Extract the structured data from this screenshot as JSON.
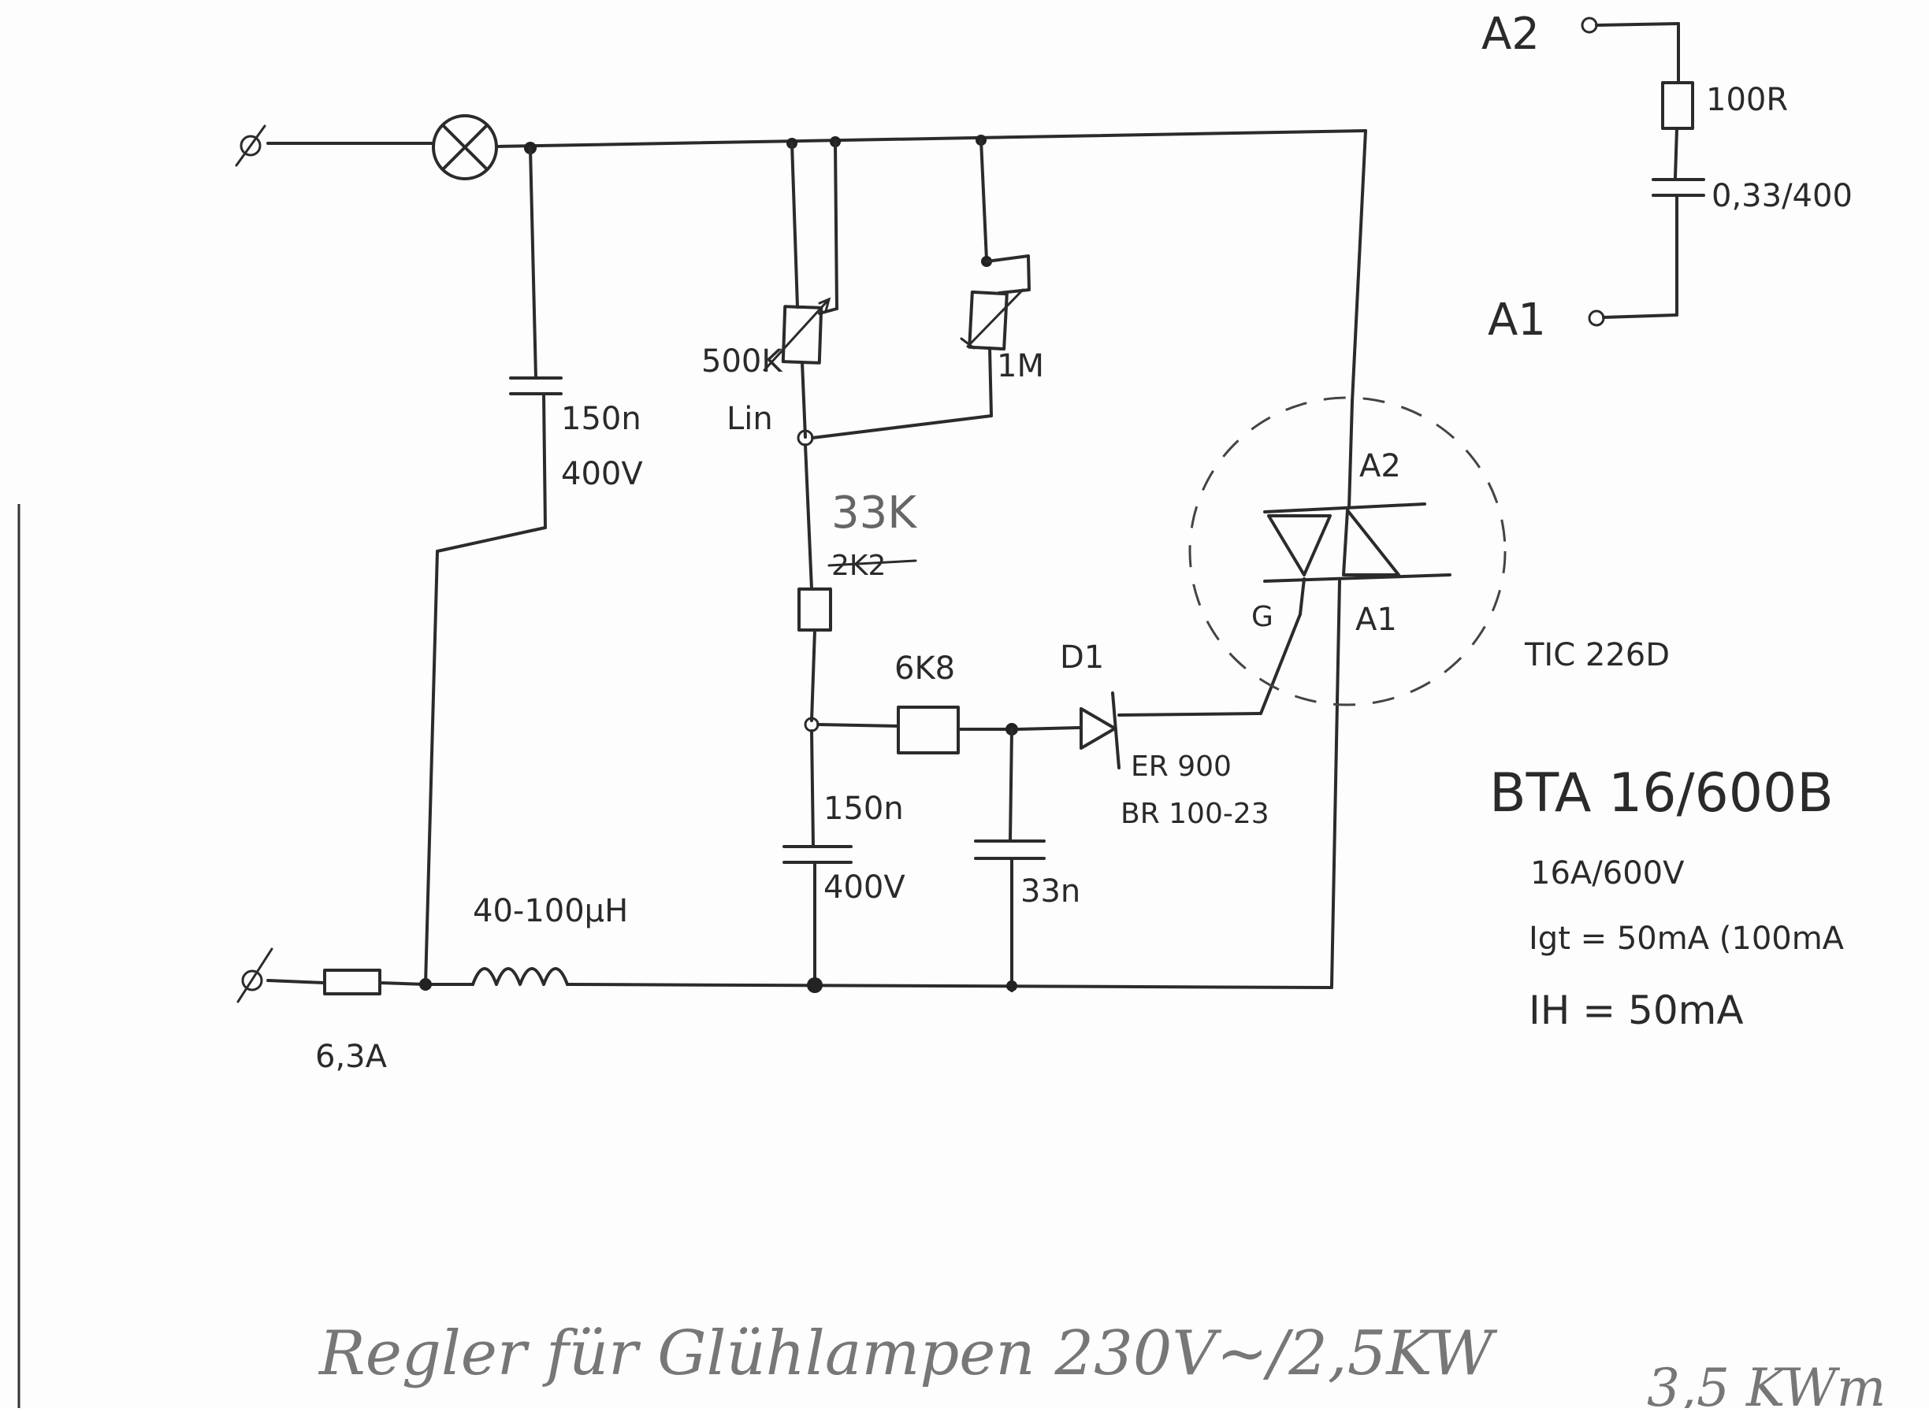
{
  "diagram": {
    "labels": {
      "a2_top": "A2",
      "a1_top": "A1",
      "r_snubber": "100R",
      "c_snubber": "0,33/400",
      "c_main_value": "150n",
      "c_main_voltage": "400V",
      "pot_500k": "500K",
      "pot_lin": "Lin",
      "pot_1m": "1M",
      "r_33k": "33K",
      "r_2k2_struck": "2K2",
      "triac_a2": "A2",
      "triac_a1": "A1",
      "triac_g": "G",
      "triac_part": "TIC 226D",
      "r_6k8": "6K8",
      "diode_name": "D1",
      "diode_part1": "ER 900",
      "diode_part2": "BR 100-23",
      "bta_part": "BTA 16/600B",
      "bta_rating": "16A/600V",
      "bta_igt": "Igt = 50mA (100mA",
      "bta_ih": "IH = 50mA",
      "c_timing_value": "150n",
      "c_timing_voltage": "400V",
      "c_33n": "33n",
      "inductor": "40-100µH",
      "fuse": "6,3A",
      "terminal_top": "Ø",
      "terminal_bottom": "Ø",
      "title_line1": "Regler für Glühlampen 230V~/2,5KW",
      "title_line2": "3,5 KWm"
    }
  }
}
